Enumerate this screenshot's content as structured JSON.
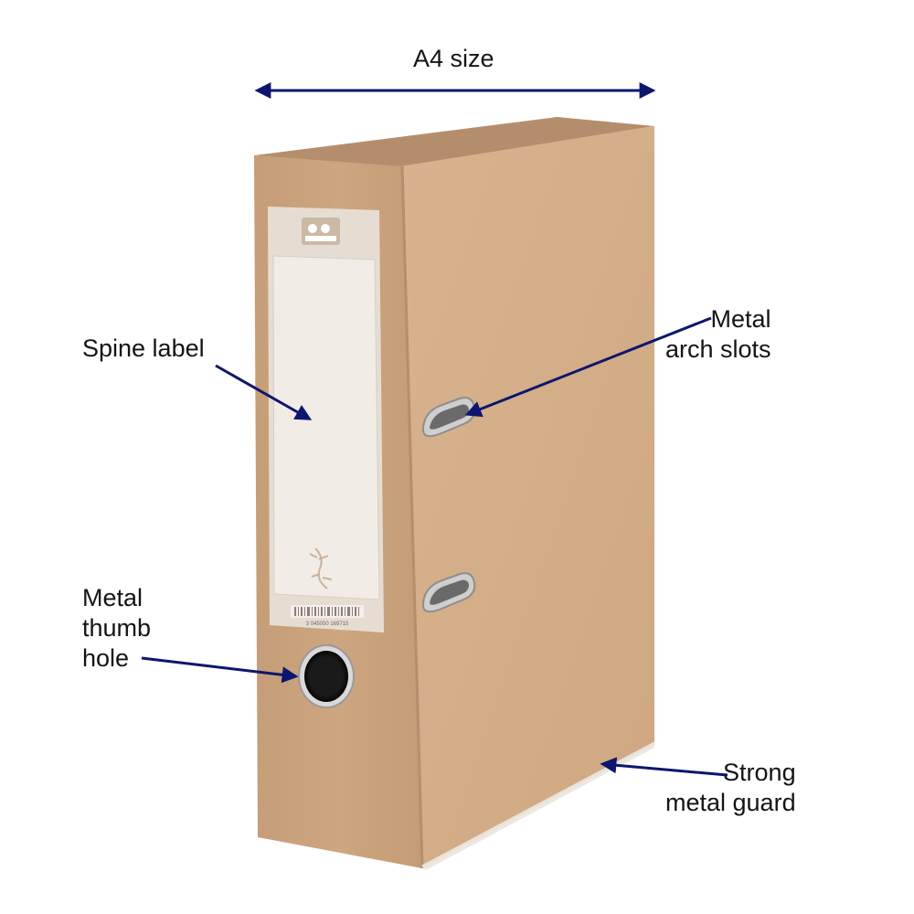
{
  "callouts": {
    "a4_size": "A4 size",
    "spine_label": "Spine label",
    "metal_arch_slots": [
      "Metal",
      "arch slots"
    ],
    "metal_thumb_hole": [
      "Metal",
      "thumb",
      "hole"
    ],
    "strong_metal_guard": [
      "Strong",
      "metal guard"
    ]
  },
  "label_barcode": "3 045050 169715",
  "colors": {
    "kraft_front": "#d5af8a",
    "kraft_spine": "#c9a27c",
    "kraft_top": "#b89272",
    "label_panel": "#ece6df",
    "arrow": "#0c1670",
    "metal": "#b7b7b7",
    "text": "#141414"
  },
  "icons": [
    "oxford-logo-icon",
    "gecko-icon",
    "barcode-icon"
  ]
}
